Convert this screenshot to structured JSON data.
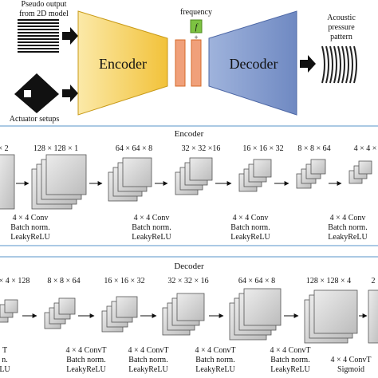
{
  "top": {
    "pseudo_output_line1": "Pseudo output",
    "pseudo_output_line2": "from 2D model",
    "actuator_label": "Actuator setups",
    "encoder": "Encoder",
    "decoder": "Decoder",
    "frequency": "frequency",
    "f_symbol": "f",
    "plus": "+",
    "acoustic_line1": "Acoustic",
    "acoustic_line2": "pressure",
    "acoustic_line3": "pattern"
  },
  "encoder_panel": {
    "title": "Encoder",
    "input_dim": "× 2",
    "dims": [
      "128 × 128 × 1",
      "64 × 64 × 8",
      "32 × 32 ×16",
      "16 × 16 × 32",
      "8 × 8 × 64",
      "4 × 4 ×"
    ],
    "ops": [
      {
        "l1": "4 × 4 Conv",
        "l2": "Batch norm.",
        "l3": "LeakyReLU"
      },
      {
        "l1": "4 × 4 Conv",
        "l2": "Batch norm.",
        "l3": "LeakyReLU"
      },
      {
        "l1": "4 × 4 Conv",
        "l2": "Batch norm.",
        "l3": "LeakyReLU"
      },
      {
        "l1": "4 × 4 Conv",
        "l2": "Batch norm.",
        "l3": "LeakyReLU"
      }
    ]
  },
  "decoder_panel": {
    "title": "Decoder",
    "dims": [
      "× 4 × 128",
      "8 × 8 × 64",
      "16 × 16 × 32",
      "32 × 32 × 16",
      "64 × 64 × 8",
      "128 × 128 × 4",
      "2"
    ],
    "ops": [
      {
        "l1": "T",
        "l2": "n.",
        "l3": "LU"
      },
      {
        "l1": "4 × 4 ConvT",
        "l2": "Batch norm.",
        "l3": "LeakyReLU"
      },
      {
        "l1": "4 × 4 ConvT",
        "l2": "Batch norm.",
        "l3": "LeakyReLU"
      },
      {
        "l1": "4 × 4 ConvT",
        "l2": "Batch norm.",
        "l3": "LeakyReLU"
      },
      {
        "l1": "4 × 4 ConvT",
        "l2": "Batch norm.",
        "l3": "LeakyReLU"
      },
      {
        "l1": "4 × 4 ConvT",
        "l2": "Sigmoid"
      }
    ]
  },
  "colors": {
    "encoder_fill": "#f5c84a",
    "decoder_fill": "#7f97c9",
    "bottleneck_fill": "#f0a07a",
    "frequency_box": "#7dc242",
    "panel_border": "#8fb7dc",
    "block_fill": "#d0d0d0"
  }
}
